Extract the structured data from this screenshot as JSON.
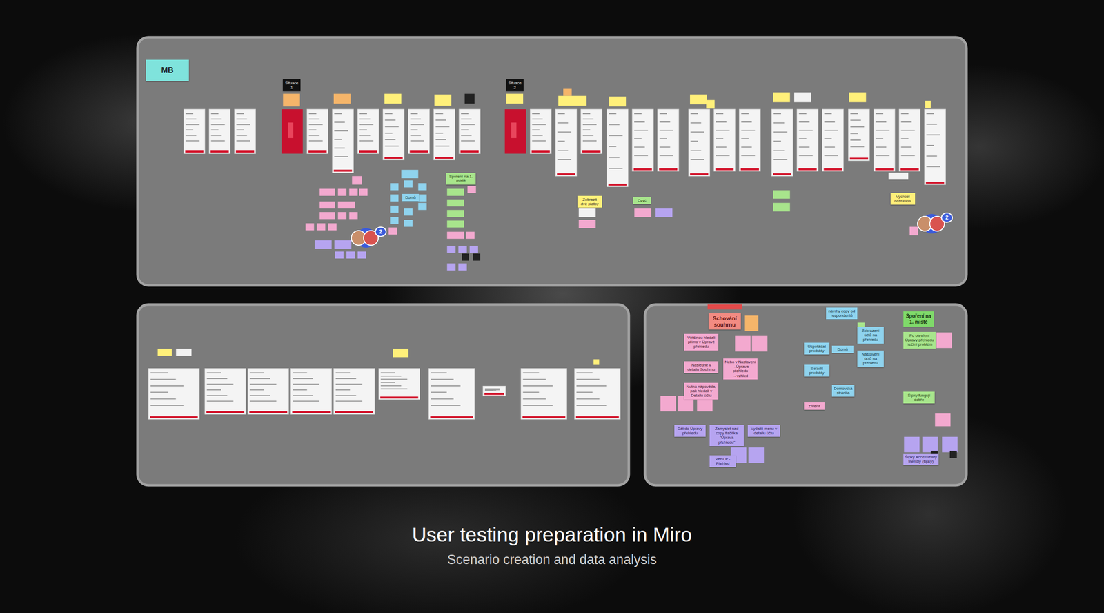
{
  "diagram": {
    "title": "User testing preparation in Miro",
    "caption": "Scenario creation and data analysis",
    "nodes": [
      {
        "text": [
          "MB"
        ]
      },
      {
        "text": [
          "Situace 1"
        ]
      },
      {
        "text": [
          "Situace 2"
        ]
      },
      {
        "text": [
          "Spoření na 1. místě"
        ]
      },
      {
        "text": [
          "Domů"
        ]
      },
      {
        "text": [
          "Zobrazit dvě platby"
        ]
      },
      {
        "text": [
          "Ozvč"
        ]
      },
      {
        "text": [
          "Výchozí nastavení"
        ]
      },
      {
        "text": [
          "2"
        ]
      },
      {
        "text": [
          "2"
        ]
      },
      {
        "text": [
          "Schování souhrnu"
        ]
      },
      {
        "text": [
          "návrhy copy od respondentů"
        ]
      },
      {
        "text": [
          "Spoření na 1. místě"
        ]
      },
      {
        "text": [
          "Většinou hledali přímo v Úpravě přehledu"
        ]
      },
      {
        "text": [
          "Nebo v Nastavení →Úprava přehledu →vzhled"
        ]
      },
      {
        "text": [
          "Následně v detailu Souhrnu"
        ]
      },
      {
        "text": [
          "Nutná nápověda, pak hledali v Detailu účtu"
        ]
      },
      {
        "text": [
          "Dát do Úpravy přehledu"
        ]
      },
      {
        "text": [
          "Zamyslet nad copy tlačítka \"Úprava přehledu\""
        ]
      },
      {
        "text": [
          "Vyčistit menu v detailu účtu"
        ]
      },
      {
        "text": [
          "Větší P - Přehled"
        ]
      },
      {
        "text": [
          "Uspořádat produkty"
        ]
      },
      {
        "text": [
          "Seřadit produkty"
        ]
      },
      {
        "text": [
          "Změnit"
        ]
      },
      {
        "text": [
          "Zobrazení účtů na přehledu"
        ]
      },
      {
        "text": [
          "Domů"
        ]
      },
      {
        "text": [
          "Nastavení účtů na přehledu"
        ]
      },
      {
        "text": [
          "Domovská stránka"
        ]
      },
      {
        "text": [
          "Po otevření Úpravy přehledu nečiní problém"
        ]
      },
      {
        "text": [
          "Šipky fungují dobře"
        ]
      },
      {
        "text": [
          "Šipky Accessibility friendly (šipky)"
        ]
      }
    ]
  }
}
